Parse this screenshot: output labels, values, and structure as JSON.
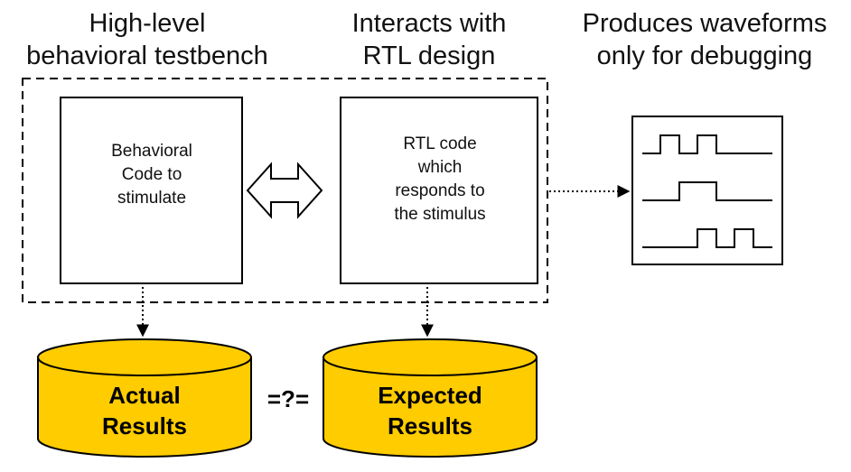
{
  "headings": {
    "testbench": [
      "High-level",
      "behavioral testbench"
    ],
    "rtl": [
      "Interacts with",
      "RTL design"
    ],
    "waveforms": [
      "Produces waveforms",
      "only for debugging"
    ]
  },
  "boxes": {
    "behavioral": [
      "Behavioral",
      "Code to",
      "stimulate"
    ],
    "rtl": [
      "RTL code",
      "which",
      "responds to",
      "the stimulus"
    ]
  },
  "databases": {
    "actual": [
      "Actual",
      "Results"
    ],
    "expected": [
      "Expected",
      "Results"
    ]
  },
  "comparison": "=?=",
  "colors": {
    "database_fill": "#FFCC00",
    "stroke": "#000000",
    "background": "#FFFFFF"
  },
  "icons": {
    "exchange": "double-headed-arrow-icon",
    "waveform": "waveform-icon"
  }
}
